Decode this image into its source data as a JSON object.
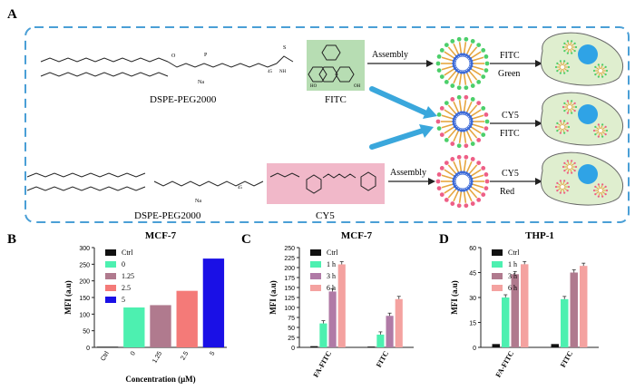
{
  "panels": {
    "A": {
      "letter": "A",
      "top": {
        "lipid_name": "DSPE-PEG2000",
        "dye_name": "FITC",
        "na_label": "Na",
        "s_label": "S",
        "nh_label": "NH",
        "peg_sub": "45",
        "assembly_label": "Assembly",
        "channel_label": "FITC",
        "color_label": "Green"
      },
      "bottom": {
        "lipid_name": "DSPE-PEG2000",
        "dye_name": "CY5",
        "na_label": "Na",
        "peg_sub": "45",
        "assembly_label": "Assembly",
        "channel_label": "CY5",
        "color_label": "Red"
      },
      "middle": {
        "channel_label_1": "CY5",
        "channel_label_2": "FITC"
      },
      "colors": {
        "fitc_box": "#b7ddb3",
        "cy5_box": "#f1b8c9",
        "dashed_border": "#4a9fd6",
        "arrow_blue": "#3aa7dc",
        "cell_fill": "#dfeecf",
        "nucleus": "#2fa3e6"
      }
    },
    "B": {
      "letter": "B",
      "chart_data": {
        "type": "bar",
        "title": "MCF-7",
        "xlabel": "Concentration (μM)",
        "ylabel": "MFI (a.u)",
        "categories": [
          "Ctrl",
          "0",
          "1.25",
          "2.5",
          "5"
        ],
        "values": [
          2,
          120,
          127,
          170,
          267
        ],
        "colors": [
          "#111111",
          "#4df0b0",
          "#b07a8e",
          "#f47a78",
          "#1a10e6"
        ],
        "legend": [
          "Ctrl",
          "0",
          "1.25",
          "2.5",
          "5"
        ],
        "legend_position": "top-left",
        "ylim": [
          0,
          300
        ],
        "yticks": [
          0,
          50,
          100,
          150,
          200,
          250,
          300
        ]
      }
    },
    "C": {
      "letter": "C",
      "chart_data": {
        "type": "bar",
        "title": "MCF-7",
        "ylabel": "MFI (a.u)",
        "categories": [
          "FA-FITC",
          "FITC"
        ],
        "series": [
          {
            "name": "Ctrl",
            "values": [
              3,
              2
            ],
            "color": "#111111"
          },
          {
            "name": "1 h",
            "values": [
              60,
              32
            ],
            "color": "#4df0b0"
          },
          {
            "name": "3 h",
            "values": [
              140,
              79
            ],
            "color": "#b07aa6"
          },
          {
            "name": "6 h",
            "values": [
              208,
              121
            ],
            "color": "#f4a2a0"
          }
        ],
        "legend_position": "top-left",
        "ylim": [
          0,
          250
        ],
        "yticks": [
          0,
          25,
          50,
          75,
          100,
          125,
          150,
          175,
          200,
          225,
          250
        ]
      }
    },
    "D": {
      "letter": "D",
      "chart_data": {
        "type": "bar",
        "title": "THP-1",
        "ylabel": "MFI (a.u)",
        "categories": [
          "FA-FITC",
          "FITC"
        ],
        "series": [
          {
            "name": "Ctrl",
            "values": [
              2,
              2
            ],
            "color": "#111111"
          },
          {
            "name": "1 h",
            "values": [
              30,
              29
            ],
            "color": "#4df0b0"
          },
          {
            "name": "3 h",
            "values": [
              44,
              45
            ],
            "color": "#b07a8e"
          },
          {
            "name": "6 h",
            "values": [
              50,
              49
            ],
            "color": "#f4a2a0"
          }
        ],
        "legend_position": "top-left",
        "ylim": [
          0,
          60
        ],
        "yticks": [
          0,
          15,
          30,
          45,
          60
        ]
      }
    }
  }
}
